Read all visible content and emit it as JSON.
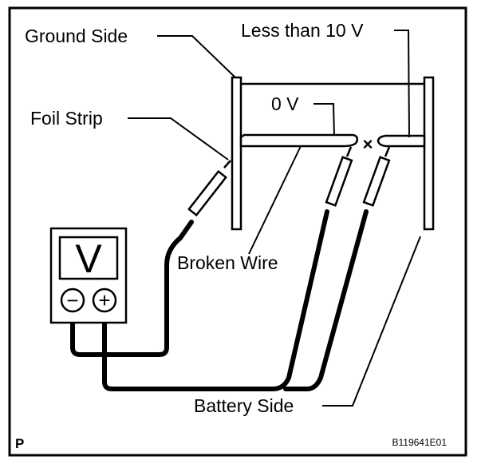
{
  "diagram": {
    "labels": {
      "ground_side": "Ground Side",
      "less_than_10v": "Less than 10 V",
      "zero_v": "0 V",
      "foil_strip": "Foil Strip",
      "broken_wire": "Broken Wire",
      "battery_side": "Battery Side"
    },
    "break_mark": "×",
    "meter": {
      "display": "V",
      "negative_terminal": "−",
      "positive_terminal": "+"
    },
    "corner_code": "P",
    "figure_id": "B119641E01",
    "colors": {
      "ink": "#000000",
      "background": "#ffffff"
    }
  }
}
